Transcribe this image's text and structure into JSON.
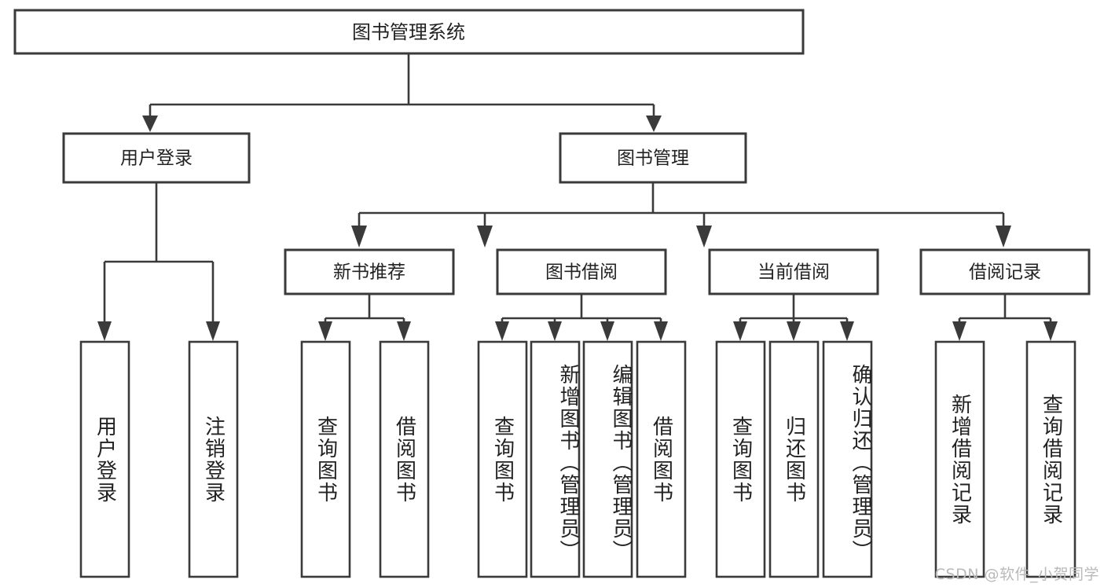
{
  "diagram": {
    "title": "图书管理系统",
    "type": "tree",
    "root": {
      "label": "图书管理系统"
    },
    "level2": [
      {
        "label": "用户登录"
      },
      {
        "label": "图书管理"
      }
    ],
    "level3": [
      {
        "label": "新书推荐",
        "parent": "图书管理"
      },
      {
        "label": "图书借阅",
        "parent": "图书管理"
      },
      {
        "label": "当前借阅",
        "parent": "图书管理"
      },
      {
        "label": "借阅记录",
        "parent": "图书管理"
      }
    ],
    "leaves": {
      "用户登录": [
        "用户登录",
        "注销登录"
      ],
      "新书推荐": [
        "查询图书",
        "借阅图书"
      ],
      "图书借阅": [
        "查询图书",
        "新增图书（管理员）",
        "编辑图书（管理员）",
        "借阅图书"
      ],
      "当前借阅": [
        "查询图书",
        "归还图书",
        "确认归还（管理员）"
      ],
      "借阅记录": [
        "新增借阅记录",
        "查询借阅记录"
      ]
    }
  },
  "watermark": {
    "text": "CSDN @软件_小贺同学"
  },
  "colors": {
    "stroke": "#3a3a3a",
    "fill": "#ffffff",
    "text": "#222222",
    "watermark": "#b9b9b9"
  }
}
